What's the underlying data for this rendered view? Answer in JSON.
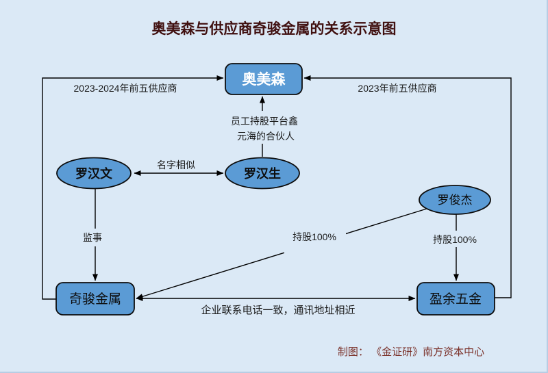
{
  "title": "奥美森与供应商奇骏金属的关系示意图",
  "credit": "制图： 《金证研》南方资本中心",
  "colors": {
    "background": "#dbe9f6",
    "edge_line": "#b7cde4",
    "node_fill": "#5b9bd5",
    "node_border": "#0d0d0d",
    "line": "#000000",
    "title_text": "#401010",
    "credit_text": "#7a3028",
    "node_text_light": "#ffffff",
    "node_text_dark": "#0d0d0d",
    "label_text": "#1a1a1a"
  },
  "nodes": [
    {
      "id": "aomeisen",
      "shape": "rect",
      "label": "奥美森"
    },
    {
      "id": "luohanwen",
      "shape": "ellipse",
      "label": "罗汉文"
    },
    {
      "id": "luohansheng",
      "shape": "ellipse",
      "label": "罗汉生"
    },
    {
      "id": "luojunjie",
      "shape": "ellipse",
      "label": "罗俊杰"
    },
    {
      "id": "qijun",
      "shape": "rect",
      "label": "奇骏金属"
    },
    {
      "id": "yingyu",
      "shape": "rect",
      "label": "盈余五金"
    }
  ],
  "edges": [
    {
      "from": "qijun",
      "to": "aomeisen",
      "arrow": "to",
      "label": "2023-2024年前五供应商"
    },
    {
      "from": "yingyu",
      "to": "aomeisen",
      "arrow": "to",
      "label": "2023年前五供应商"
    },
    {
      "from": "luohansheng",
      "to": "aomeisen",
      "arrow": "to",
      "label": "员工持股平台鑫元海的合伙人",
      "lines": [
        "员工持股平台鑫",
        "元海的合伙人"
      ]
    },
    {
      "from": "luohanwen",
      "to": "luohansheng",
      "arrow": "both",
      "label": "名字相似"
    },
    {
      "from": "luohanwen",
      "to": "qijun",
      "arrow": "to",
      "label": "监事"
    },
    {
      "from": "luojunjie",
      "to": "qijun",
      "arrow": "to",
      "label": "持股100%"
    },
    {
      "from": "luojunjie",
      "to": "yingyu",
      "arrow": "to",
      "label": "持股100%"
    },
    {
      "from": "qijun",
      "to": "yingyu",
      "arrow": "both",
      "label": "企业联系电话一致，通讯地址相近"
    }
  ]
}
